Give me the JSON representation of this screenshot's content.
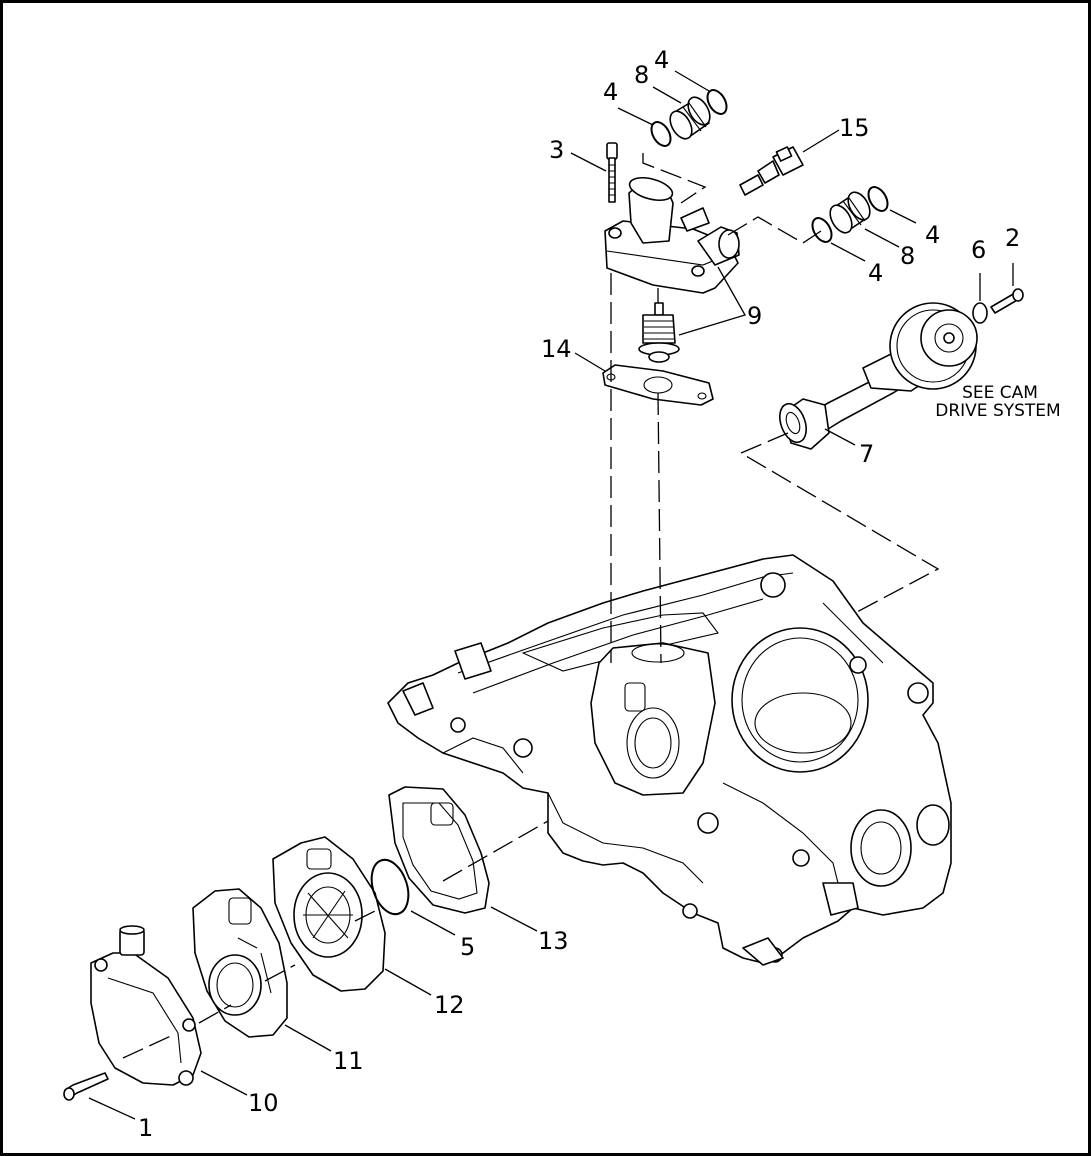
{
  "diagram": {
    "callouts": [
      {
        "id": "c1",
        "label": "1"
      },
      {
        "id": "c2",
        "label": "2"
      },
      {
        "id": "c3",
        "label": "3"
      },
      {
        "id": "c4a",
        "label": "4"
      },
      {
        "id": "c4b",
        "label": "4"
      },
      {
        "id": "c4c",
        "label": "4"
      },
      {
        "id": "c4d",
        "label": "4"
      },
      {
        "id": "c5",
        "label": "5"
      },
      {
        "id": "c6",
        "label": "6"
      },
      {
        "id": "c7",
        "label": "7"
      },
      {
        "id": "c8a",
        "label": "8"
      },
      {
        "id": "c8b",
        "label": "8"
      },
      {
        "id": "c9",
        "label": "9"
      },
      {
        "id": "c10",
        "label": "10"
      },
      {
        "id": "c11",
        "label": "11"
      },
      {
        "id": "c12",
        "label": "12"
      },
      {
        "id": "c13",
        "label": "13"
      },
      {
        "id": "c14",
        "label": "14"
      },
      {
        "id": "c15",
        "label": "15"
      }
    ],
    "note": {
      "line1": "SEE CAM",
      "line2": "DRIVE SYSTEM"
    }
  }
}
